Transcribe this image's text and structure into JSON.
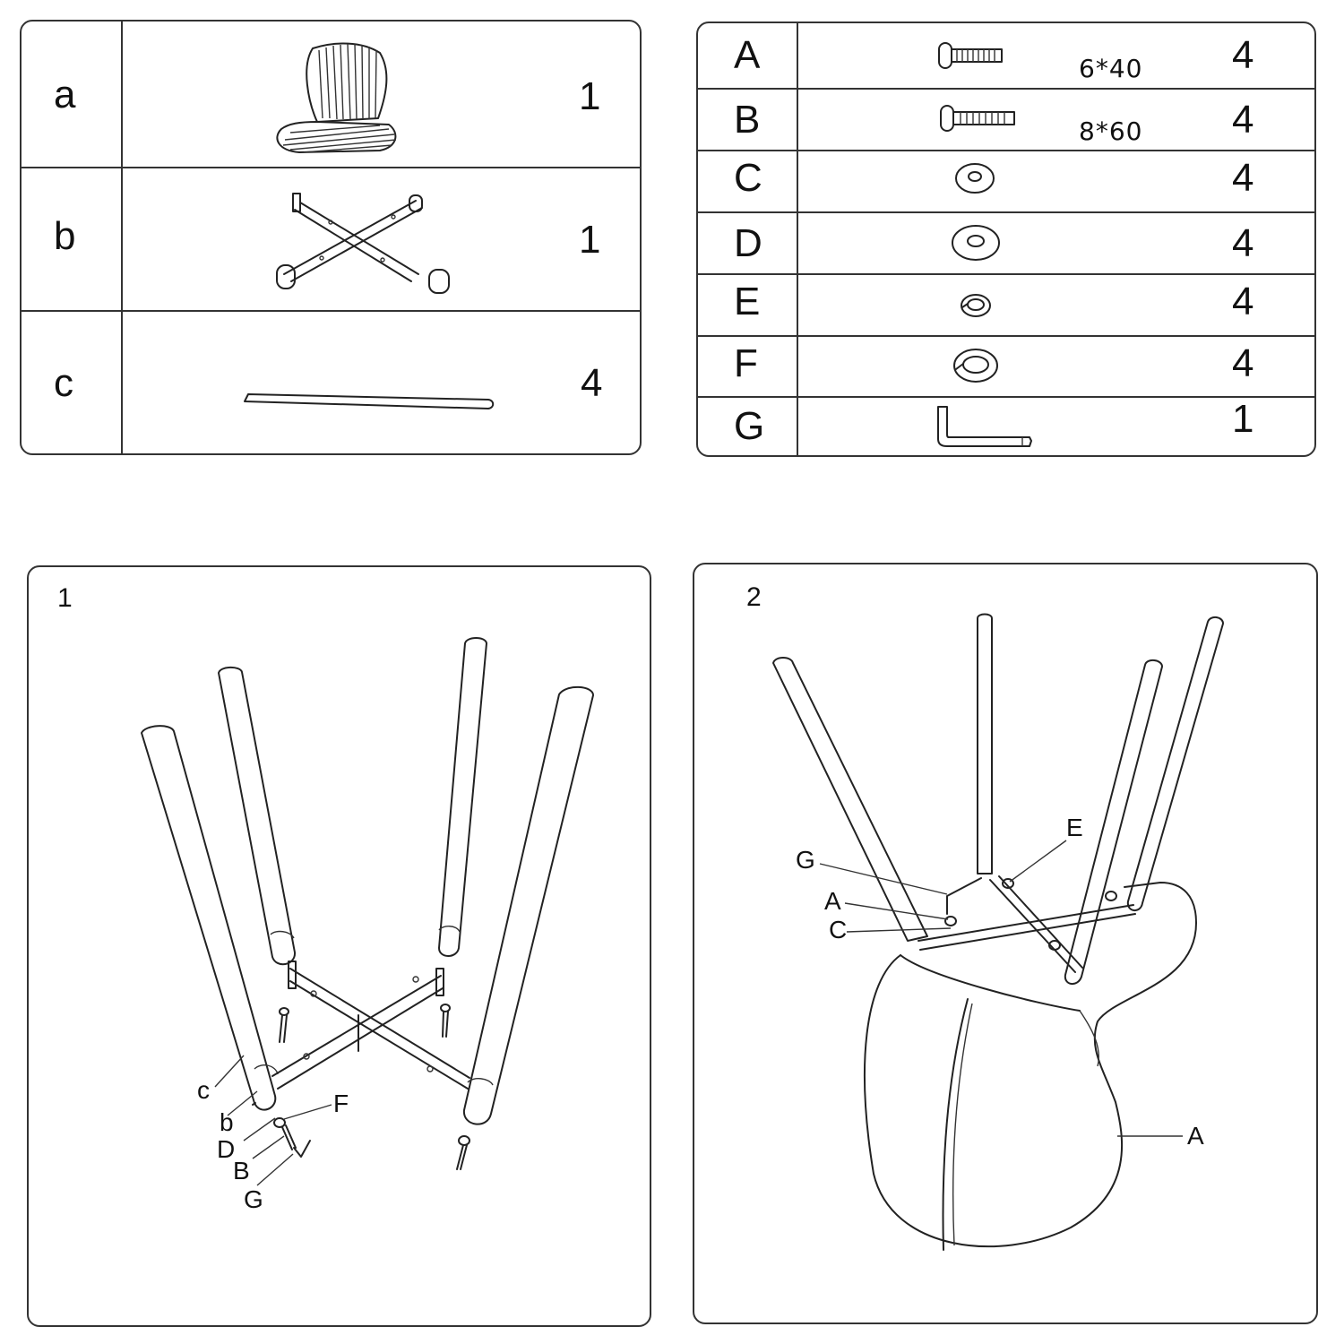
{
  "parts": [
    {
      "letter": "a",
      "qty": "1",
      "icon": "seat-shell-icon"
    },
    {
      "letter": "b",
      "qty": "1",
      "icon": "cross-base-frame-icon"
    },
    {
      "letter": "c",
      "qty": "4",
      "icon": "leg-tube-icon"
    }
  ],
  "hardware": [
    {
      "letter": "A",
      "spec": "6*40",
      "qty": "4",
      "icon": "bolt-icon"
    },
    {
      "letter": "B",
      "spec": "8*60",
      "qty": "4",
      "icon": "bolt-icon"
    },
    {
      "letter": "C",
      "spec": "",
      "qty": "4",
      "icon": "flat-washer-icon"
    },
    {
      "letter": "D",
      "spec": "",
      "qty": "4",
      "icon": "flat-washer-icon"
    },
    {
      "letter": "E",
      "spec": "",
      "qty": "4",
      "icon": "spring-washer-icon"
    },
    {
      "letter": "F",
      "spec": "",
      "qty": "4",
      "icon": "spring-washer-icon"
    },
    {
      "letter": "G",
      "spec": "",
      "qty": "1",
      "icon": "allen-key-icon"
    }
  ],
  "steps": [
    {
      "number": "1",
      "callouts": [
        "c",
        "b",
        "D",
        "B",
        "G",
        "F"
      ]
    },
    {
      "number": "2",
      "callouts": [
        "G",
        "A",
        "C",
        "E",
        "A"
      ]
    }
  ]
}
